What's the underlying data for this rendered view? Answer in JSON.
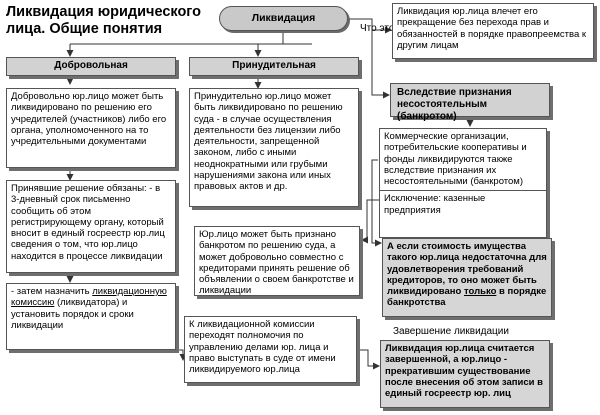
{
  "title": "Ликвидация юридического лица. Общие понятия",
  "root": "Ликвидация",
  "what_label": "Что это",
  "definition": "Ликвидация юр.лица влечет его прекращение без перехода прав и обязанностей в порядке правопреемства к другим лицам",
  "voluntary": {
    "header": "Добровольная",
    "main": "Добровольно юр.лицо может быть ликвидировано по решению его учредителей (участников) либо его органа, уполномоченного на то учредительными документами",
    "obligations": "Принявшие решение обязаны: - в 3-дневный срок письменно сообщить об этом регистрирующему органу, который вносит в единый госреестр юр.лиц сведения о том, что юр.лицо находится в процессе ликвидации",
    "then_pre": "- затем назначить ",
    "then_u": "ликвидационную комиссию",
    "then_post": " (ликвидатора) и установить порядок и сроки ликвидации"
  },
  "forced": {
    "header": "Принудительная",
    "main": "Принудительно юр.лицо может быть ликвидировано по решению суда - в случае осуществления деятельности без лицензии либо деятельности, запрещенной законом, либо с иными неоднократными или грубыми нарушениями закона или иных правовых актов и др."
  },
  "bankruptcy": {
    "header": "Вследствие признания несостоятельным (банкротом)",
    "commercial": "Коммерческие организации, потребительские кооперативы и фонды ликвидируются  также вследствие признания их несостоятельными (банкротом)",
    "exception": "Исключение: казенные предприятия",
    "insufficient_pre": "А если стоимость имущества такого юр.лица недостаточна для удовлетворения требований кредиторов, то оно может быть ликвидировано ",
    "insufficient_u": "только",
    "insufficient_post": " в порядке банкротства",
    "court": "Юр.лицо может быть признано банкротом по решению суда, а может добровольно совместно с кредиторами принять решение об объявлении о своем банкротстве и ликвидации"
  },
  "commission": "К ликвидационной комиссии переходят полномочия по управлению делами юр. лица и право выступать в суде от имени ликвидируемого юр.лица",
  "completion": {
    "label": "Завершение ликвидации",
    "text": "Ликвидация юр.лица считается завершенной, а юр.лицо - прекратившим существование после внесения об этом записи в единый госреестр юр. лиц"
  },
  "colors": {
    "header_fill": "#d2d2d2",
    "border": "#555555",
    "shadow": "#6e6e6e"
  }
}
